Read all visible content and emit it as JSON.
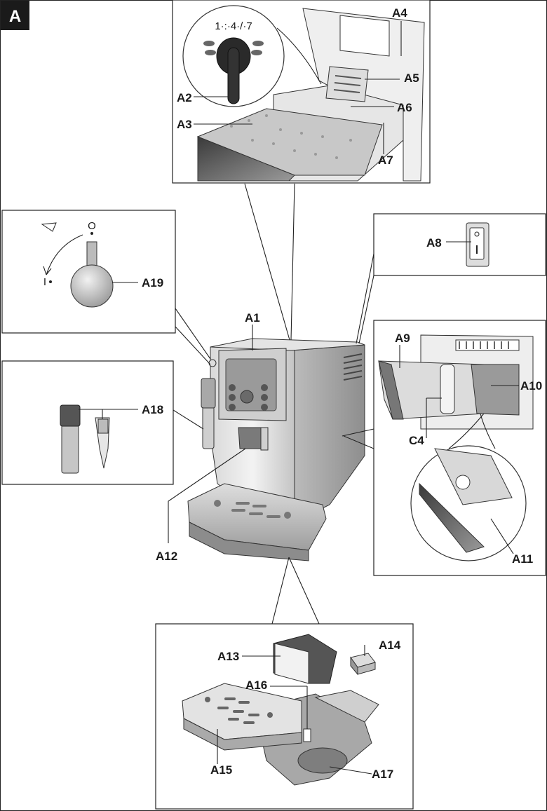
{
  "figure": {
    "badge": "A",
    "dial_scale": "1·:·4·/·7",
    "knob_marks": {
      "top": "O",
      "bottom": "I"
    }
  },
  "callouts": [
    {
      "id": "A1",
      "text": "A1"
    },
    {
      "id": "A2",
      "text": "A2"
    },
    {
      "id": "A3",
      "text": "A3"
    },
    {
      "id": "A4",
      "text": "A4"
    },
    {
      "id": "A5",
      "text": "A5"
    },
    {
      "id": "A6",
      "text": "A6"
    },
    {
      "id": "A7",
      "text": "A7"
    },
    {
      "id": "A8",
      "text": "A8"
    },
    {
      "id": "A9",
      "text": "A9"
    },
    {
      "id": "A10",
      "text": "A10"
    },
    {
      "id": "A11",
      "text": "A11"
    },
    {
      "id": "A12",
      "text": "A12"
    },
    {
      "id": "A13",
      "text": "A13"
    },
    {
      "id": "A14",
      "text": "A14"
    },
    {
      "id": "A15",
      "text": "A15"
    },
    {
      "id": "A16",
      "text": "A16"
    },
    {
      "id": "A17",
      "text": "A17"
    },
    {
      "id": "A18",
      "text": "A18"
    },
    {
      "id": "A19",
      "text": "A19"
    },
    {
      "id": "C4",
      "text": "C4"
    }
  ],
  "colors": {
    "badge": "#1a1a1a",
    "body_light": "#e8e8e8",
    "body_mid": "#bdbdbd",
    "body_dark": "#6e6e6e",
    "panel_dark": "#8a8a8a"
  }
}
